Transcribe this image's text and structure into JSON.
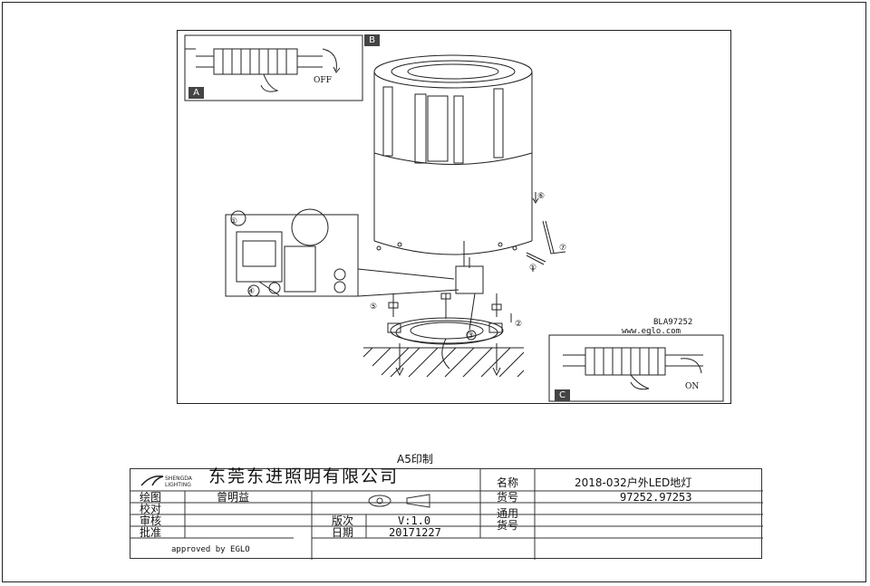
{
  "drawing": {
    "panel_a": {
      "letter": "A",
      "label": "OFF"
    },
    "panel_b": {
      "letter": "B"
    },
    "panel_c": {
      "letter": "C",
      "label": "ON"
    },
    "model_code": "BLA97252",
    "website": "www.eglo.com",
    "steps": [
      "①",
      "②",
      "③",
      "④",
      "⑤",
      "⑥",
      "⑦"
    ]
  },
  "print_format": "A5印制",
  "title_block": {
    "company": "东莞东进照明有限公司",
    "logo_text": "SHENGDA LIGHTING",
    "rows": {
      "drawn_label": "绘图",
      "drawn_value": "曾明益",
      "checked_label": "校对",
      "reviewed_label": "审核",
      "approved_label": "批准",
      "version_label": "版次",
      "version_value": "V:1.0",
      "date_label": "日期",
      "date_value": "20171227",
      "approved_by": "approved by EGLO"
    },
    "right": {
      "name_label": "名称",
      "name_value": "2018-032户外LED地灯",
      "part_label": "货号",
      "part_value": "97252.97253",
      "general_label": "通用",
      "general_part_label": "货号"
    }
  }
}
